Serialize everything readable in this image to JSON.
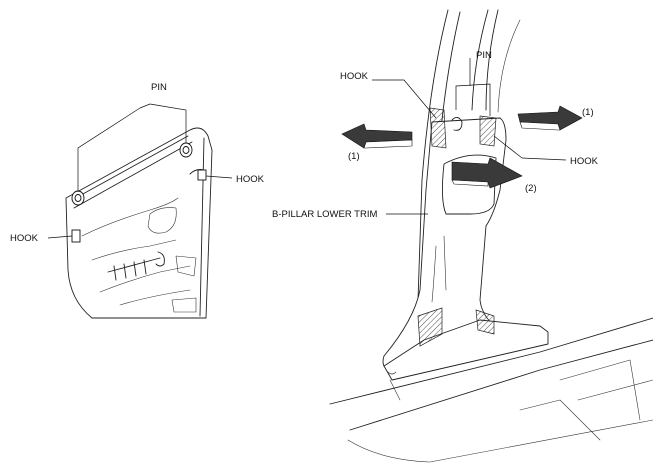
{
  "diagram": {
    "left_view": {
      "labels": {
        "pin": "PIN",
        "hook_right": "HOOK",
        "hook_left": "HOOK"
      }
    },
    "right_view": {
      "labels": {
        "hook_top_left": "HOOK",
        "pin": "PIN",
        "arrow_1_right": "(1)",
        "arrow_1_left": "(1)",
        "hook_right": "HOOK",
        "arrow_2": "(2)",
        "trim_name": "B-PILLAR LOWER TRIM"
      }
    }
  }
}
